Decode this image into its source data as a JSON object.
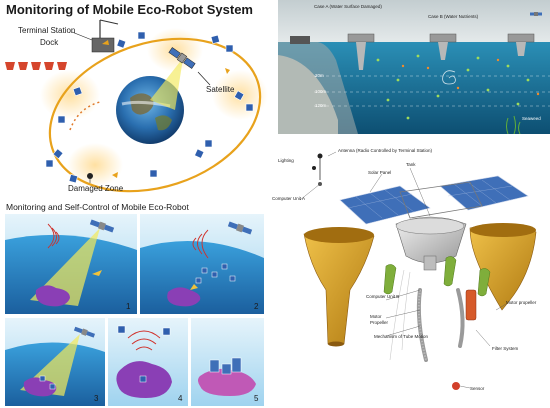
{
  "top_left": {
    "title": "Monitoring of Mobile Eco-Robot System",
    "terminal_station": "Terminal Station",
    "dock": "Dock",
    "satellite": "Satellite",
    "damaged_zone": "Damaged Zone"
  },
  "top_right": {
    "case_a": "Case A (Water Surface Damaged)",
    "case_b": "Case B (Water Nutrients)",
    "depth_labels": [
      "20m",
      "100m",
      "120m"
    ],
    "seaweed": "Seaweed",
    "colors": {
      "sky": "#c9d3d6",
      "water": "#1f7fa6",
      "deep": "#0d4f72"
    }
  },
  "bottom_left": {
    "title": "Monitoring and Self-Control of Mobile Eco-Robot",
    "panels": [
      "1",
      "2",
      "3",
      "4",
      "5"
    ],
    "colors": {
      "sky": "#b7dff2",
      "earth": "#2a8fd0",
      "zone": "#8a3fb5",
      "beam": "#e9e36a"
    }
  },
  "bottom_right": {
    "labels": {
      "lighting": "Lighting",
      "antenna": "Antenna (Radio Controlled by Terminal Station)",
      "solar_panel": "Solar Panel",
      "tank": "Tank",
      "computer_unit_a": "Computer Unit A",
      "computer_unit_b": "Computer Unit B",
      "motor": "Motor",
      "propeller": "Propeller",
      "mechanism": "Mechanism of Tube Motion",
      "motor_propeller": "Motor propeller",
      "filter_system": "Filter System",
      "sensor": "Sensor"
    },
    "colors": {
      "body": "#d9a320",
      "panel": "#3f6fb8",
      "green": "#7fae3b",
      "orange": "#d65a2a"
    }
  }
}
